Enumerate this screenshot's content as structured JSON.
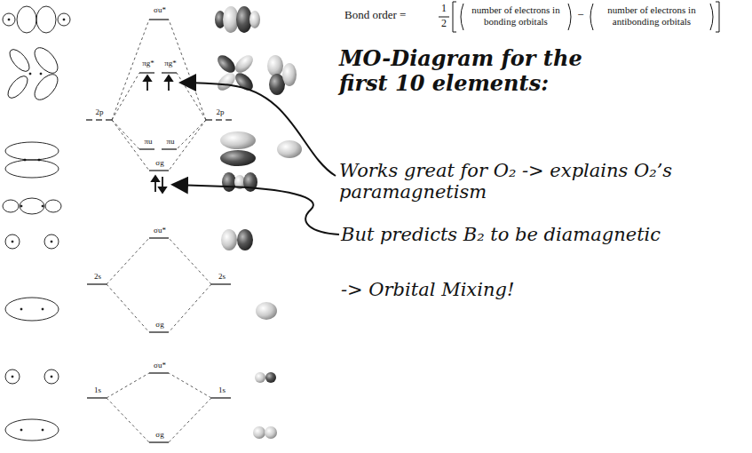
{
  "diagram": {
    "title": "MO-Diagram for the first 10 elements:",
    "labels": [
      "Bond order =",
      "1",
      "2",
      "number of electrons in bonding orbitals",
      "−",
      "number of electrons in antibonding orbitals",
      "Works great for O₂ -> explains O₂’s paramagnetism",
      "But predicts B₂ to be diamagnetic",
      "-> Orbital Mixing!",
      "σu*",
      "πg*",
      "πg*",
      "2p",
      "2p",
      "πu",
      "πu",
      "σg",
      "σu*",
      "2s",
      "2s",
      "σg",
      "σu*",
      "1s",
      "1s",
      "σg"
    ]
  }
}
